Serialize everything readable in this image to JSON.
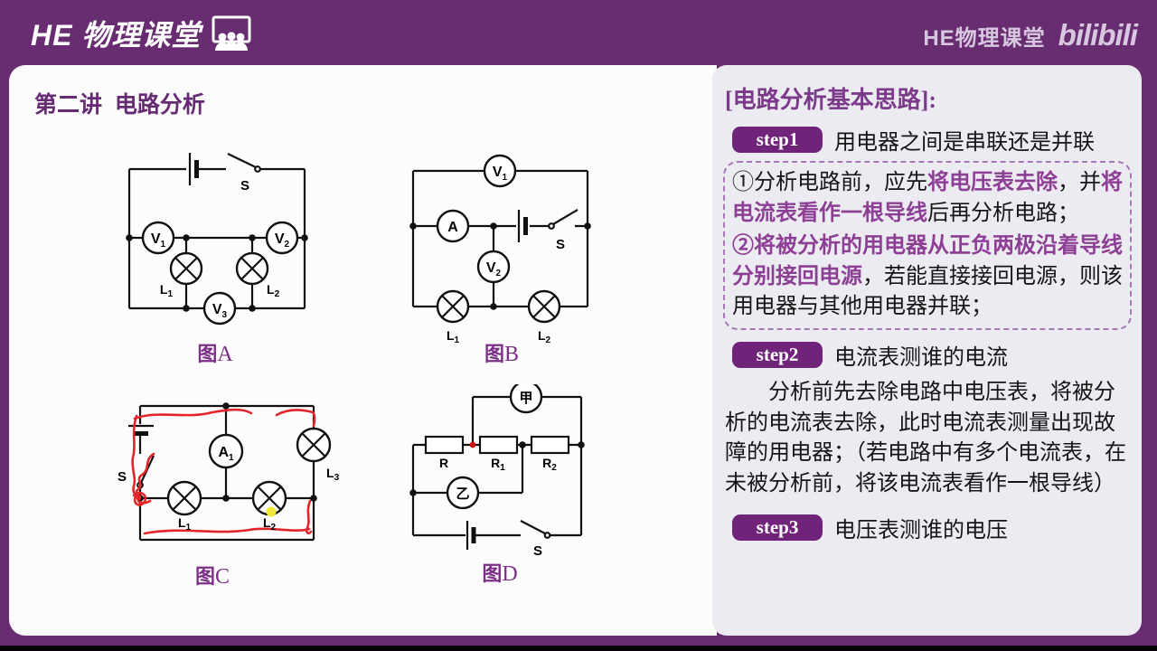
{
  "header": {
    "logo_left": "HE 物理课堂",
    "logo_right_text": "HE物理课堂",
    "logo_right_brand": "bilibili"
  },
  "main": {
    "title": "第二讲  电路分析",
    "circuit_a": {
      "caption": {
        "cn": "图",
        "letter": "A"
      },
      "switch_label": "S",
      "meter_v1": {
        "main": "V",
        "sub": "1"
      },
      "meter_v2": {
        "main": "V",
        "sub": "2"
      },
      "meter_v3": {
        "main": "V",
        "sub": "3"
      },
      "lamp_l1": {
        "main": "L",
        "sub": "1"
      },
      "lamp_l2": {
        "main": "L",
        "sub": "2"
      }
    },
    "circuit_b": {
      "caption": {
        "cn": "图",
        "letter": "B"
      },
      "switch_label": "S",
      "meter_v1": {
        "main": "V",
        "sub": "1"
      },
      "meter_a": {
        "main": "A",
        "sub": ""
      },
      "meter_v2": {
        "main": "V",
        "sub": "2"
      },
      "lamp_l1": {
        "main": "L",
        "sub": "1"
      },
      "lamp_l2": {
        "main": "L",
        "sub": "2"
      }
    },
    "circuit_c": {
      "caption": {
        "cn": "图",
        "letter": "C"
      },
      "switch_label": "S",
      "meter_a1": {
        "main": "A",
        "sub": "1"
      },
      "lamp_l1": {
        "main": "L",
        "sub": "1"
      },
      "lamp_l2": {
        "main": "L",
        "sub": "2"
      },
      "lamp_l3": {
        "main": "L",
        "sub": "3"
      }
    },
    "circuit_d": {
      "caption": {
        "cn": "图",
        "letter": "D"
      },
      "switch_label": "S",
      "meter_jia": "甲",
      "meter_yi": "乙",
      "r": {
        "main": "R",
        "sub": ""
      },
      "r1": {
        "main": "R",
        "sub": "1"
      },
      "r2": {
        "main": "R",
        "sub": "2"
      }
    }
  },
  "panel": {
    "title": "[电路分析基本思路]:",
    "step1": {
      "badge": "step1",
      "text": "用电器之间是串联还是并联"
    },
    "note_box": {
      "p1": [
        {
          "text": "①分析电路前，应先"
        },
        {
          "text": "将电压表去除"
        },
        {
          "text": "，并"
        },
        {
          "text": "将电流表看作一根导线"
        },
        {
          "text": "后再分析电路；"
        }
      ],
      "p2": [
        {
          "text": "②将被分析的用电器从正负两极沿着导线分别接回电源"
        },
        {
          "text": "，若能直接接回电源，则该用电器与其他用电器并联；"
        }
      ]
    },
    "step2": {
      "badge": "step2",
      "text": "电流表测谁的电流"
    },
    "step2_body": "分析前先去除电路中电压表，将被分析的电流表去除，此时电流表测量出现故障的用电器；（若电路中有多个电流表，在未被分析前，将该电流表看作一根导线）",
    "step3": {
      "badge": "step3",
      "text": "电压表测谁的电压"
    }
  },
  "colors": {
    "theme_purple": "#682d71",
    "badge_purple": "#6f2479",
    "panel_bg": "#edebf2",
    "accent_text": "#8d3f95",
    "red_annotation": "#e32528",
    "highlight_yellow": "#efe838",
    "red_node": "#cc1111"
  }
}
